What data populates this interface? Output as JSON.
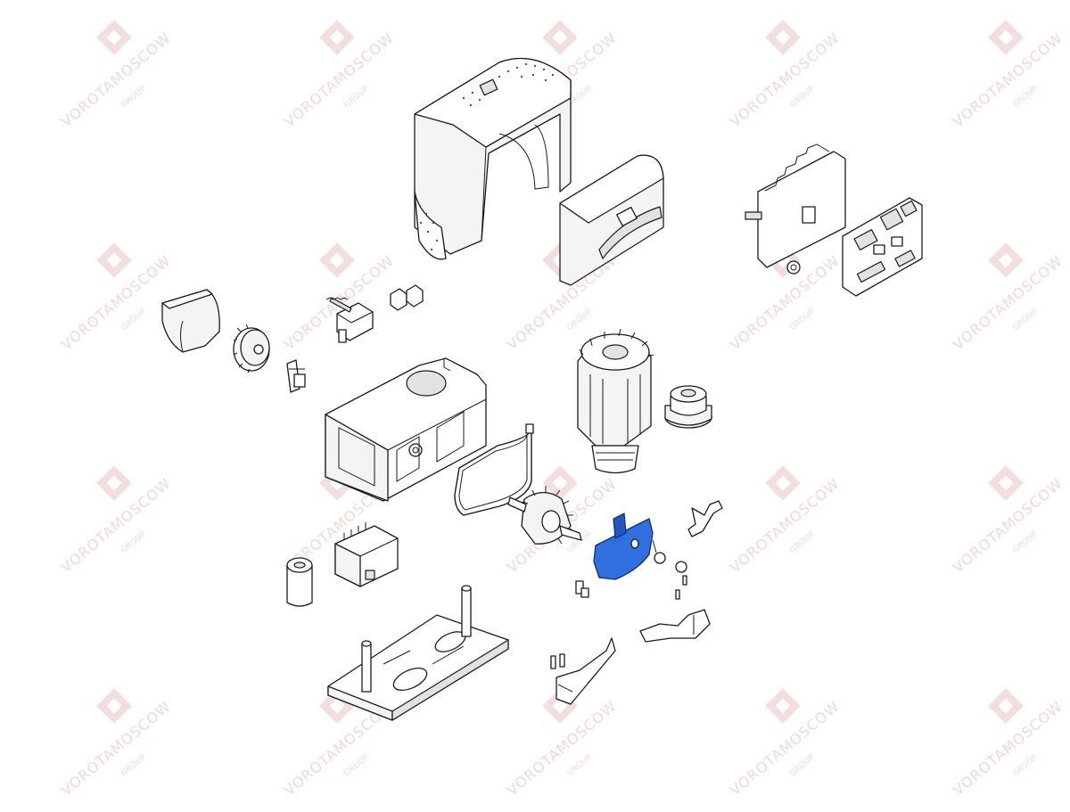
{
  "watermark": {
    "text": "VOROTAMOSCOW",
    "subtext": "GROUP",
    "color": "#f0d8d8"
  },
  "diagram": {
    "highlight_color": "#2f6fe0",
    "parts": [
      "top-cover",
      "side-cover",
      "control-board-bracket",
      "control-board",
      "pinion-guard",
      "pinion-gear",
      "release-lever-block",
      "limit-clips",
      "cable-clip",
      "gearbox-housing",
      "gasket",
      "motor",
      "pulley",
      "worm-shaft",
      "bracket-highlighted",
      "knob",
      "screws",
      "transformer",
      "capacitor",
      "foundation-plate",
      "limit-switch-arm-left",
      "limit-switch-arm-right"
    ]
  }
}
